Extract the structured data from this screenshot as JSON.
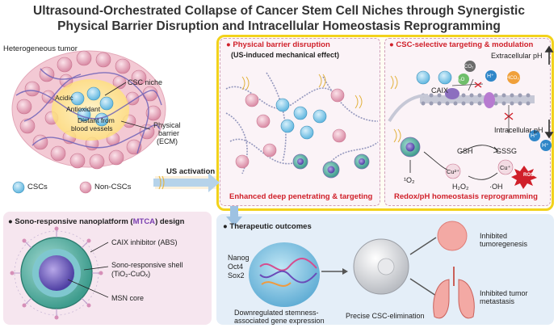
{
  "title": {
    "line1": "Ultrasound-Orchestrated Collapse of Cancer Stem Cell Niches through Synergistic",
    "line2": "Physical Barrier Disruption and Intracellular Homeostasis Reprogramming"
  },
  "tumor": {
    "heading": "Heterogeneous tumor",
    "csc_niche": "CSC niche",
    "acidic": "Acidic",
    "antioxidant": "Antioxidant",
    "distant_line1": "Distant from",
    "distant_line2": "blood vessels",
    "barrier_line1": "Physical",
    "barrier_line2": "barrier",
    "barrier_line3": "(ECM)",
    "legend_cscs": "CSCs",
    "legend_noncscs": "Non-CSCs",
    "us_activation": "US activation"
  },
  "physical": {
    "heading": "Physical barrier disruption",
    "subheading": "(US-induced mechanical effect)",
    "caption": "Enhanced deep penetrating & targeting"
  },
  "csc_targeting": {
    "heading": "CSC-selective targeting & modulation",
    "extracellular_ph": "Extracellular pH",
    "intracellular_ph": "Intracellular pH",
    "caix": "CAIX",
    "h2o": "H₂O",
    "co2": "CO₂",
    "h_plus": "H⁺",
    "hco3": "HCO₃⁻",
    "gsh": "GSH",
    "gssg": "GSSG",
    "cu2": "Cu²⁺",
    "cu1": "Cu⁺",
    "singlet_o2": "¹O₂",
    "h2o2": "H₂O₂",
    "oh": "·OH",
    "ros": "ROS",
    "caption": "Redox/pH homeostasis reprogramming"
  },
  "platform": {
    "heading_pre": "Sono-responsive nanoplatform (",
    "heading_mtca": "MTCA",
    "heading_post": ") design",
    "caix_inhibitor": "CAIX inhibitor (ABS)",
    "shell_line1": "Sono-responsive shell",
    "shell_line2": "(TiO₂-CuOₓ)",
    "msn_core": "MSN core"
  },
  "outcomes": {
    "heading": "Therapeutic outcomes",
    "genes": [
      "Nanog",
      "Oct4",
      "Sox2"
    ],
    "downregulated_line1": "Downregulated stemness-",
    "downregulated_line2": "associated gene expression",
    "elimination": "Precise CSC-elimination",
    "tumorigenesis_line1": "Inhibited",
    "tumorigenesis_line2": "tumoregenesis",
    "metastasis_line1": "Inhibited tumor",
    "metastasis_line2": "metastasis"
  },
  "colors": {
    "accent_red": "#d0202a",
    "panel_yellow_border": "#f2d21b",
    "panel_blue_bg": "#e4eef8",
    "panel_pink_bg": "#f6e6ef",
    "mtca_purple": "#7a3fb0"
  }
}
